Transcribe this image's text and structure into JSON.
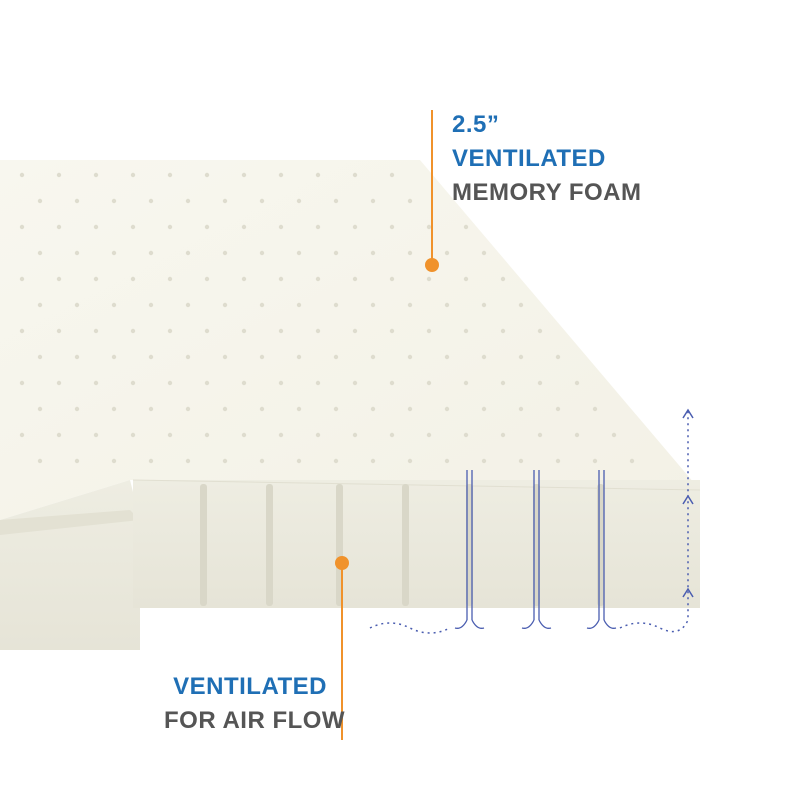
{
  "top_callout": {
    "thickness": "2.5”",
    "line1": "VENTILATED",
    "line2": "MEMORY FOAM"
  },
  "bottom_callout": {
    "line1": "VENTILATED",
    "line2": "FOR AIR FLOW"
  },
  "colors": {
    "accent_blue": "#1f6fb5",
    "text_gray": "#555555",
    "marker_orange": "#f0922b",
    "foam": "#f6f5ec",
    "airflow_blue": "#4a5db0"
  }
}
